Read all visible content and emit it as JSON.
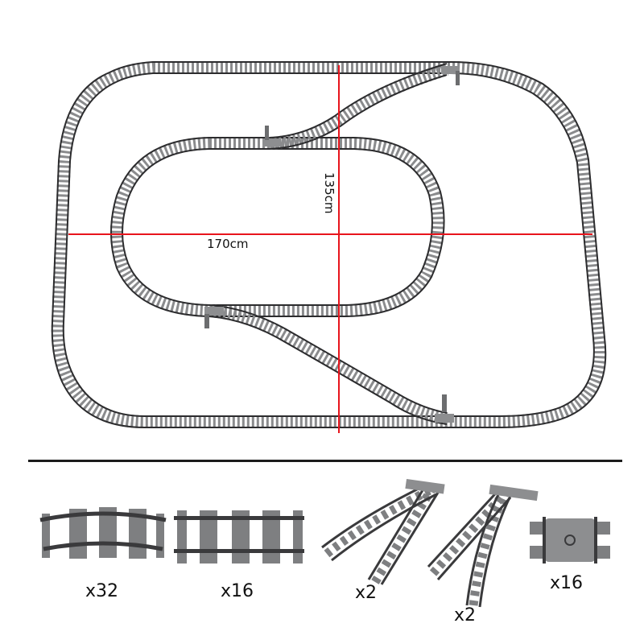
{
  "layout": {
    "dimensions": {
      "width_label": "170cm",
      "height_label": "135cm",
      "line_color": "#e8141c"
    },
    "track_color": "#7a7b7d",
    "rail_color": "#2a2a2c"
  },
  "parts": [
    {
      "name": "curved-track",
      "count": "x32"
    },
    {
      "name": "straight-track",
      "count": "x16"
    },
    {
      "name": "left-switch",
      "count": "x2"
    },
    {
      "name": "right-switch",
      "count": "x2"
    },
    {
      "name": "flexible-track",
      "count": "x16"
    }
  ]
}
